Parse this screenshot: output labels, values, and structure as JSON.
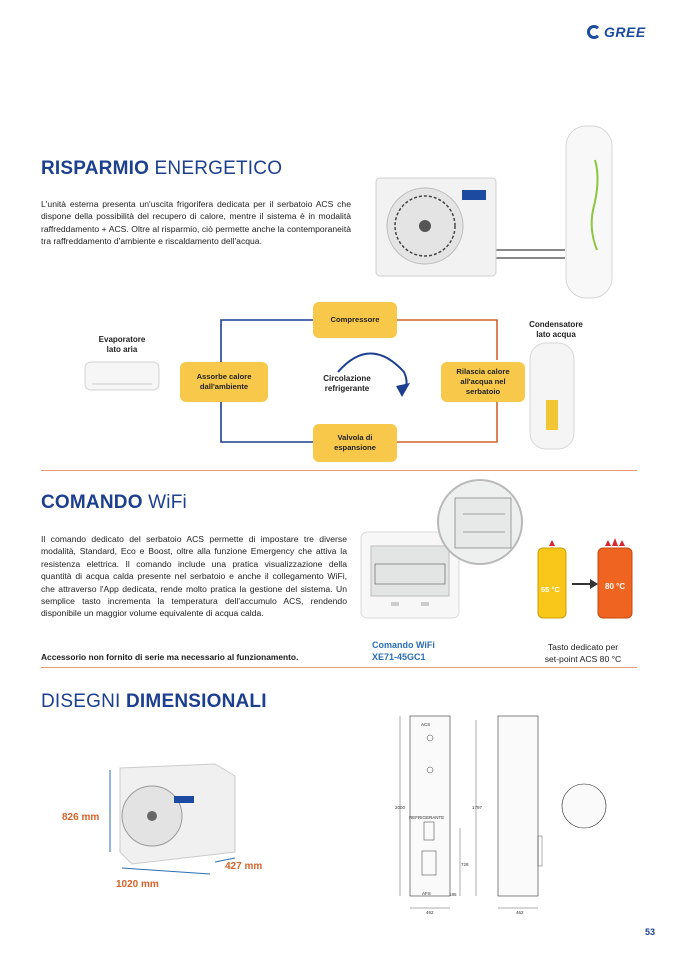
{
  "brand": {
    "logo_text": "GREE"
  },
  "section1": {
    "title_bold": "RISPARMIO",
    "title_rest": " ENERGETICO",
    "paragraph": "L'unità esterna presenta un'uscita frigorifera dedicata per il serbatoio ACS che dispone della possibilità del recupero di calore, mentre il sistema è in modalità raffreddamento + ACS. Oltre al risparmio, ciò permette anche la contemporaneità tra raffreddamento d'ambiente e riscaldamento dell'acqua.",
    "cycle": {
      "compressor": "Compressore",
      "absorb": "Assorbe calore dall'ambiente",
      "release": "Rilascia calore all'acqua nel serbatoio",
      "valve": "Valvola di espansione",
      "circulation": "Circolazione refrigerante",
      "evaporator": "Evaporatore lato aria",
      "condenser": "Condensatore lato acqua"
    }
  },
  "section2": {
    "title_bold": "COMANDO",
    "title_rest": " WiFi",
    "paragraph": "Il comando dedicato del serbatoio ACS permette di impostare tre diverse modalità, Standard, Eco e Boost, oltre alla funzione Emergency che attiva la resistenza elettrica. Il comando include una pratica visualizzazione della quantità di acqua calda presente nel serbatoio e anche il collegamento WiFi, che attraverso l'App dedicata, rende molto pratica la gestione del sistema. Un semplice tasto incrementa la temperatura dell'accumulo ACS, rendendo disponibile un maggior volume equivalente di acqua calda.",
    "note": "Accessorio non fornito di serie ma necessario al funzionamento.",
    "controller_caption_1": "Comando WiFi",
    "controller_caption_2": "XE71-45GC1",
    "temp_low": "55 °C",
    "temp_high": "80 °C",
    "button_caption_1": "Tasto dedicato per",
    "button_caption_2": "set-point ACS 80 °C"
  },
  "section3": {
    "title_rest": "DISEGNI ",
    "title_bold": "DIMENSIONALI",
    "height": "826 mm",
    "width": "1020 mm",
    "depth": "427 mm",
    "drawing": {
      "acs": "ACS",
      "refrigerant": "REFRIGERANTE",
      "afs": "AFS",
      "d2000": "2000",
      "d1797": "1797",
      "d728": "728",
      "d185": "185",
      "d462a": "462",
      "d462b": "462"
    }
  },
  "page_number": "53"
}
